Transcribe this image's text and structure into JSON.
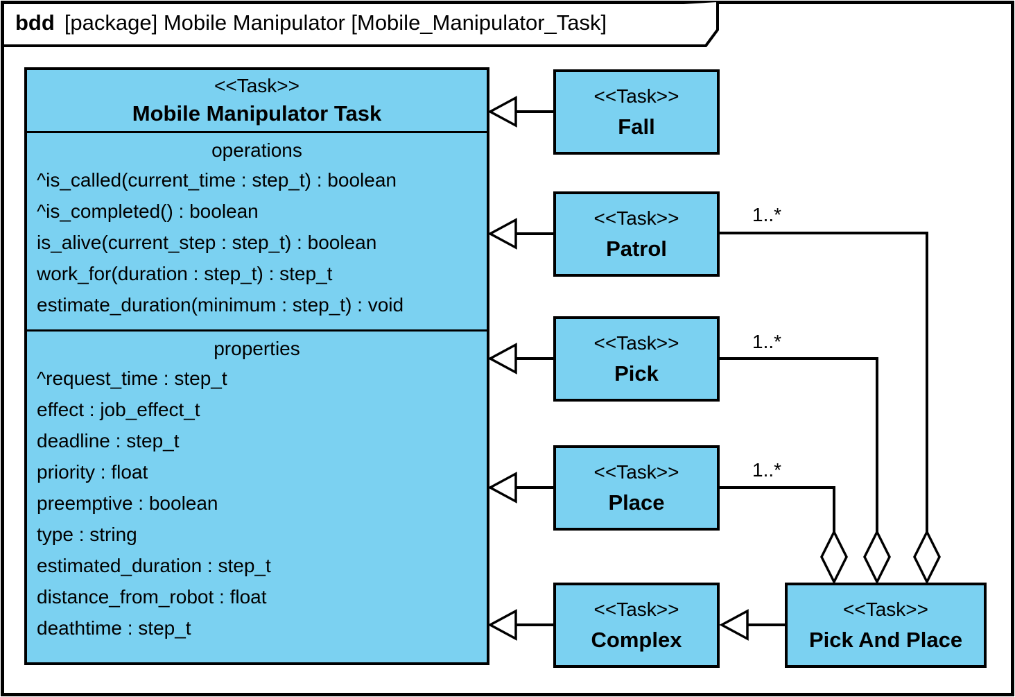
{
  "frame": {
    "title_keyword": "bdd",
    "title_text": "[package] Mobile Manipulator [Mobile_Manipulator_Task]"
  },
  "colors": {
    "box_fill": "#7BD1F1",
    "line": "#000000",
    "background": "#FFFFFF"
  },
  "main_class": {
    "stereotype": "<<Task>>",
    "name": "Mobile Manipulator Task",
    "operations_label": "operations",
    "operations": [
      "^is_called(current_time : step_t) : boolean",
      "^is_completed() : boolean",
      "is_alive(current_step : step_t) : boolean",
      "work_for(duration : step_t) : step_t",
      "estimate_duration(minimum : step_t) : void"
    ],
    "properties_label": "properties",
    "properties": [
      "^request_time : step_t",
      "effect : job_effect_t",
      "deadline : step_t",
      "priority : float",
      "preemptive : boolean",
      "type : string",
      "estimated_duration : step_t",
      "distance_from_robot : float",
      "deathtime : step_t"
    ]
  },
  "tasks": {
    "fall": {
      "stereotype": "<<Task>>",
      "name": "Fall"
    },
    "patrol": {
      "stereotype": "<<Task>>",
      "name": "Patrol",
      "multiplicity": "1..*"
    },
    "pick": {
      "stereotype": "<<Task>>",
      "name": "Pick",
      "multiplicity": "1..*"
    },
    "place": {
      "stereotype": "<<Task>>",
      "name": "Place",
      "multiplicity": "1..*"
    },
    "complex": {
      "stereotype": "<<Task>>",
      "name": "Complex"
    },
    "pick_and_place": {
      "stereotype": "<<Task>>",
      "name": "Pick And Place"
    }
  }
}
